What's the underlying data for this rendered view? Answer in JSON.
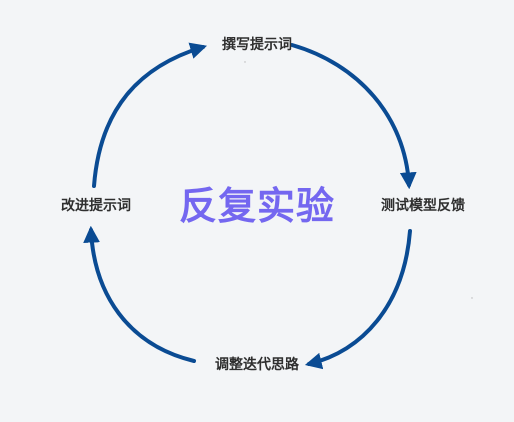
{
  "diagram": {
    "center_title": "反复实验",
    "nodes": [
      {
        "label": "撰写提示词"
      },
      {
        "label": "测试模型反馈"
      },
      {
        "label": "调整迭代思路"
      },
      {
        "label": "改进提示词"
      }
    ],
    "colors": {
      "background": "#f3f5f7",
      "arrow": "#0a4b93",
      "center_text": "#7467f0",
      "node_text": "#2f2f2f"
    }
  }
}
